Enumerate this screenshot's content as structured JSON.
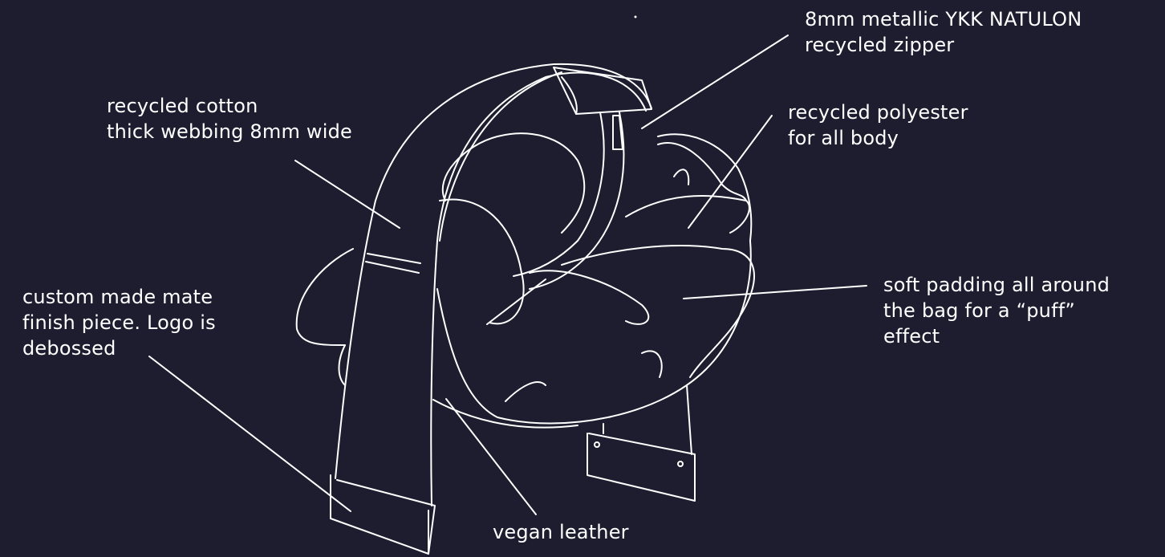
{
  "colors": {
    "background": "#1e1d30",
    "line": "#ffffff"
  },
  "annotations": {
    "zipper": {
      "lines": [
        "8mm metallic YKK NATULON",
        "recycled zipper"
      ]
    },
    "webbing": {
      "lines": [
        "recycled cotton",
        "thick webbing 8mm wide"
      ]
    },
    "body": {
      "lines": [
        "recycled polyester",
        "for all body"
      ]
    },
    "piece": {
      "lines": [
        "custom made mate",
        "finish piece. Logo is",
        "debossed"
      ]
    },
    "padding": {
      "lines": [
        "soft padding all around",
        "the bag for a “puff”",
        "effect"
      ]
    },
    "leather": {
      "lines": [
        "vegan leather"
      ]
    }
  }
}
